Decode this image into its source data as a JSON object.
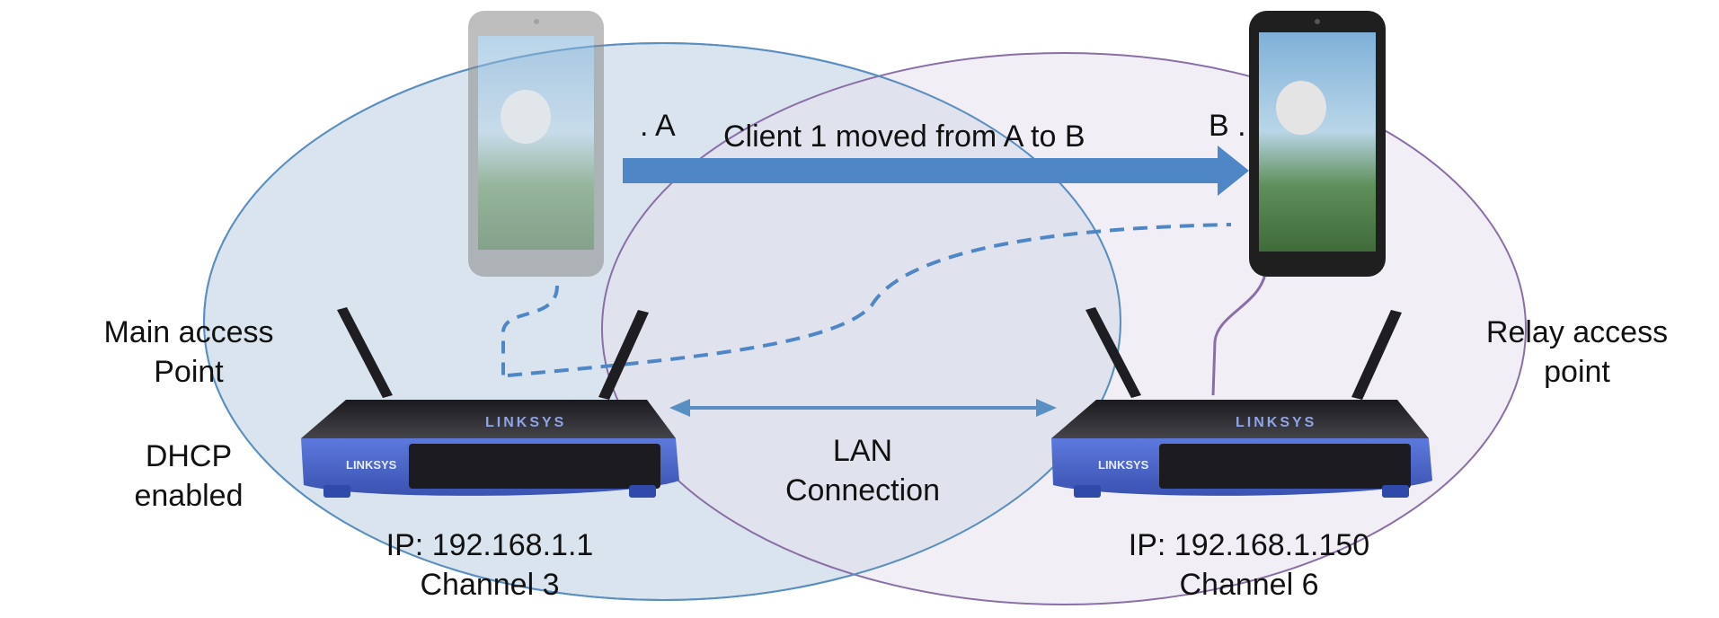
{
  "diagram": {
    "arrow_caption": "Client 1 moved from A to B",
    "point_a": ". A",
    "point_b": "B .",
    "main_ap": {
      "name_line1": "Main access",
      "name_line2": "Point",
      "dhcp_line1": "DHCP",
      "dhcp_line2": "enabled",
      "ip": "IP: 192.168.1.1",
      "channel": "Channel 3",
      "brand": "LINKSYS"
    },
    "relay_ap": {
      "name_line1": "Relay access",
      "name_line2": "point",
      "ip": "IP: 192.168.1.150",
      "channel": "Channel 6",
      "brand": "LINKSYS"
    },
    "lan_line1": "LAN",
    "lan_line2": "Connection"
  },
  "colors": {
    "main_coverage_fill": "#d3dfeb",
    "main_coverage_stroke": "#5b8fc0",
    "relay_coverage_fill": "#e6e2ec",
    "relay_coverage_stroke": "#8a6fa6",
    "move_arrow": "#4f86c6",
    "wireless_link_dashed": "#4f86c6",
    "relay_link": "#8a6fa6",
    "lan_arrow": "#5a8fc4",
    "router_body": "#4a64c9",
    "router_top": "#2c2c30"
  },
  "icons": [
    "smartphone-icon",
    "wifi-router-icon",
    "antenna-icon"
  ]
}
